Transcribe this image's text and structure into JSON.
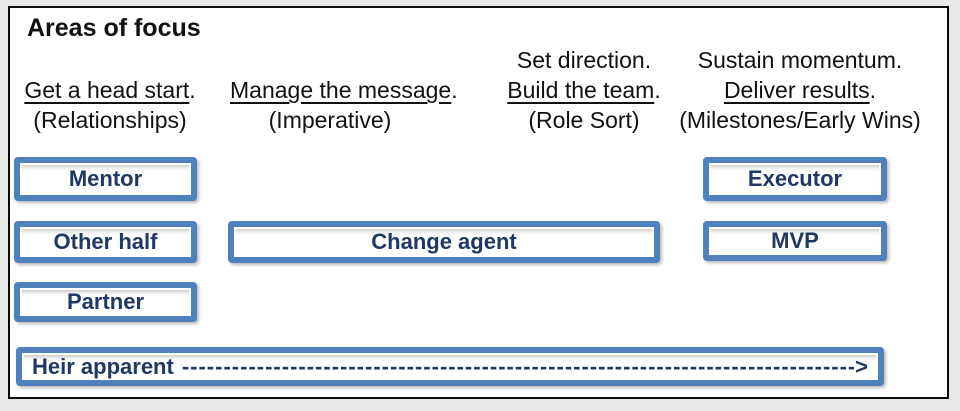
{
  "title": "Areas of focus",
  "columns": [
    {
      "top": "",
      "main": "Get a head start",
      "suffix": ".",
      "sub": "(Relationships)"
    },
    {
      "top": "",
      "main": "Manage the message",
      "suffix": ".",
      "sub": "(Imperative)"
    },
    {
      "top": "Set direction.",
      "main": "Build the team",
      "suffix": ".",
      "sub": "(Role Sort)"
    },
    {
      "top": "Sustain momentum.",
      "main": "Deliver results",
      "suffix": ".",
      "sub": "(Milestones/Early Wins)"
    }
  ],
  "boxes": {
    "mentor": "Mentor",
    "other_half": "Other half",
    "change_agent": "Change agent",
    "executor": "Executor",
    "mvp": "MVP",
    "partner": "Partner"
  },
  "heir": {
    "label": "Heir apparent",
    "dashes": "------------------------------------------------------------------------------------------------------------------------",
    "arrow": ">"
  },
  "colors": {
    "page_bg": "#e8e8e8",
    "panel_border": "#0a0a0a",
    "box_border": "#4f81bd",
    "box_text": "#1f3864",
    "header_text": "#111111"
  }
}
